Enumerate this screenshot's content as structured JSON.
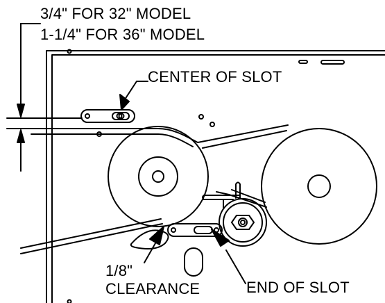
{
  "labels": {
    "dim_32": "3/4\"   FOR 32\" MODEL",
    "dim_36": "1-1/4\" FOR 36\" MODEL",
    "center_of_slot": "CENTER OF SLOT",
    "clearance_value": "1/8\"",
    "clearance_word": "CLEARANCE",
    "end_of_slot": "END OF SLOT"
  },
  "colors": {
    "ink": "#000000",
    "paper": "#ffffff"
  }
}
